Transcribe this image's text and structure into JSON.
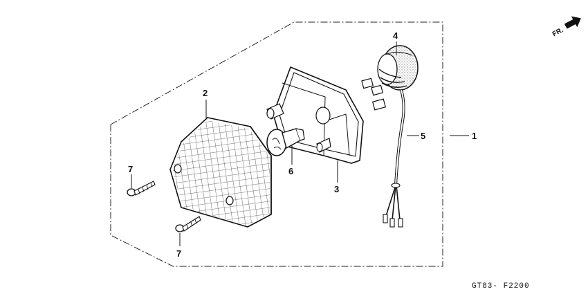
{
  "diagram": {
    "direction_label": "FR.",
    "drawing_code": "GT83- F2200",
    "callouts": [
      {
        "id": "c1",
        "label": "1"
      },
      {
        "id": "c2",
        "label": "2"
      },
      {
        "id": "c3",
        "label": "3"
      },
      {
        "id": "c4",
        "label": "4"
      },
      {
        "id": "c5",
        "label": "5"
      },
      {
        "id": "c6",
        "label": "6"
      },
      {
        "id": "c7a",
        "label": "7"
      },
      {
        "id": "c7b",
        "label": "7"
      }
    ],
    "icons": [
      "front-direction-arrow-icon"
    ]
  }
}
